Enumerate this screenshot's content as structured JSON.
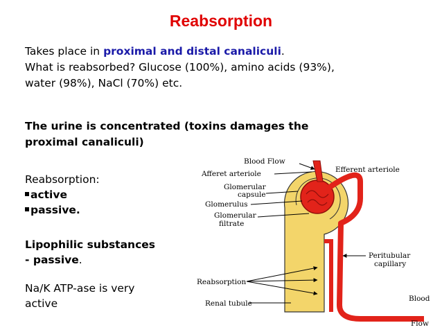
{
  "slide": {
    "title": "Reabsorption",
    "intro": {
      "line1_prefix": "Takes place in ",
      "line1_highlight": "proximal and distal canaliculi",
      "line1_suffix": ".",
      "line2": "What is reabsorbed? Glucose (100%), amino acids (93%),",
      "line3": "water (98%), NaCl (70%) etc."
    },
    "concentrated": {
      "line1": "The urine is concentrated (toxins damages the",
      "line2": "proximal canaliculi)"
    },
    "types": {
      "heading": "Reabsorption:",
      "items": [
        "active",
        "passive."
      ]
    },
    "lipophilic": {
      "line1": "Lipophilic substances",
      "line2_prefix": "- ",
      "line2_bold": "passive",
      "line2_suffix": "."
    },
    "atpase": {
      "line1": "Na/K ATP-ase is very",
      "line2": "active"
    },
    "diagram": {
      "labels": {
        "blood_flow_top": "Blood Flow",
        "afferent": "Afferet arteriole",
        "efferent": "Efferent arteriole",
        "glomerular_capsule_1": "Glomerular",
        "glomerular_capsule_2": "capsule",
        "glomerulus": "Glomerulus",
        "filtrate_1": "Glomerular",
        "filtrate_2": "filtrate",
        "peritubular_1": "Peritubular",
        "peritubular_2": "capillary",
        "reabsorption": "Reabsorption",
        "renal_tubule": "Renal tubule",
        "blood_flow_bottom_1": "Blood",
        "blood_flow_bottom_2": "Flow"
      },
      "colors": {
        "tubule": "#f3d56a",
        "vessel": "#e2231a",
        "vessel_dark": "#8e0f0b"
      }
    }
  }
}
